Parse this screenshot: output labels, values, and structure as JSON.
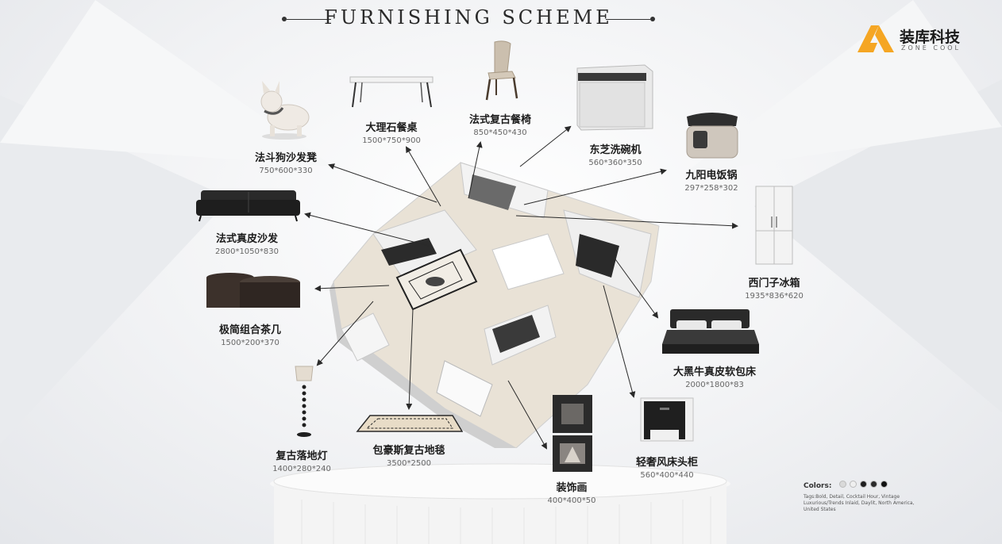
{
  "header": {
    "title": "FURNISHING SCHEME"
  },
  "logo": {
    "name": "装库科技",
    "sub": "ZONE COOL",
    "color": "#f5a623"
  },
  "items": {
    "stool": {
      "name": "法斗狗沙发凳",
      "dims": "750*600*330"
    },
    "table": {
      "name": "大理石餐桌",
      "dims": "1500*750*900"
    },
    "chair": {
      "name": "法式复古餐椅",
      "dims": "850*450*430"
    },
    "dishwasher": {
      "name": "东芝洗碗机",
      "dims": "560*360*350"
    },
    "cooker": {
      "name": "九阳电饭锅",
      "dims": "297*258*302"
    },
    "sofa": {
      "name": "法式真皮沙发",
      "dims": "2800*1050*830"
    },
    "fridge": {
      "name": "西门子冰箱",
      "dims": "1935*836*620"
    },
    "coffee": {
      "name": "极简组合茶几",
      "dims": "1500*200*370"
    },
    "bed": {
      "name": "大黑牛真皮软包床",
      "dims": "2000*1800*83"
    },
    "lamp": {
      "name": "复古落地灯",
      "dims": "1400*280*240"
    },
    "rug": {
      "name": "包豪斯复古地毯",
      "dims": "3500*2500"
    },
    "painting": {
      "name": "装饰画",
      "dims": "400*400*50"
    },
    "nightstand": {
      "name": "轻奢风床头柜",
      "dims": "560*400*440"
    }
  },
  "colors": {
    "label": "Colors:",
    "swatches": [
      "#d9d9d9",
      "#efefef",
      "#1f1f1f",
      "#2b2b2b",
      "#111111"
    ],
    "note": "Tags:Bold, Detail, Cocktail Hour, Vintage Luxurious/Trends Inlaid, Daylit, North America, United States"
  }
}
